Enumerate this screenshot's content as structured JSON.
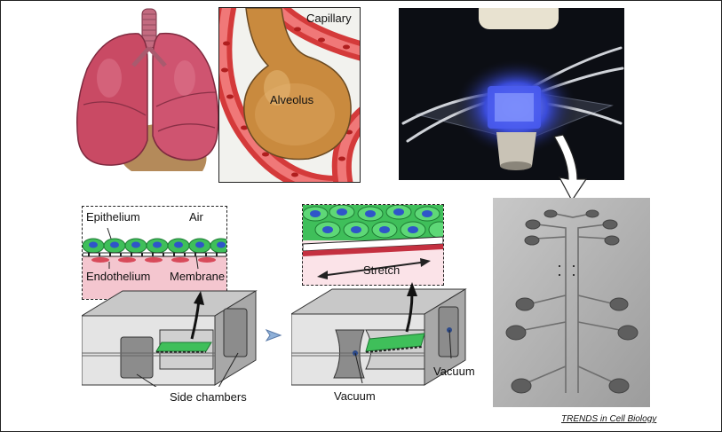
{
  "figure": {
    "credit": "TRENDS in Cell Biology"
  },
  "alveolus_panel": {
    "capillary_label": "Capillary",
    "alveolus_label": "Alveolus"
  },
  "inset_left": {
    "epithelium_label": "Epithelium",
    "air_label": "Air",
    "endothelium_label": "Endothelium",
    "membrane_label": "Membrane"
  },
  "inset_right": {
    "stretch_label": "Stretch"
  },
  "device_left": {
    "side_chambers_label": "Side chambers"
  },
  "device_right": {
    "vacuum_label_left": "Vacuum",
    "vacuum_label_right": "Vacuum"
  },
  "colors": {
    "lung": "#c94a64",
    "alveolus": "#c98a3e",
    "capillary_wall": "#d43a3a",
    "epithelial_cell": "#3fbf5a",
    "nucleus": "#2f55c9",
    "endothelial_zone": "#f4c6cf",
    "device_body": "#b8b8b8",
    "photo_bg": "#0c0e14",
    "chip_bg": "#b5b5b5"
  }
}
